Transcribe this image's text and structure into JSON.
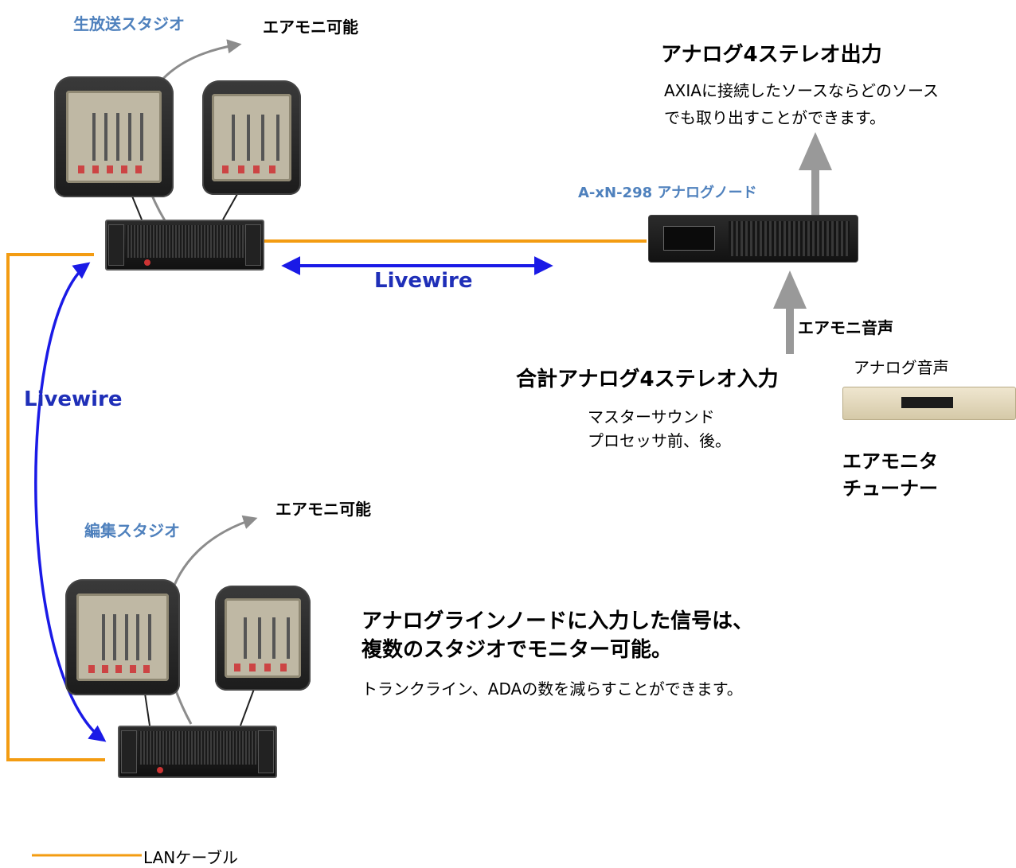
{
  "studio_live": "生放送スタジオ",
  "studio_edit": "編集スタジオ",
  "airmon_top": "エアモニ可能",
  "airmon_bottom": "エアモニ可能",
  "output_title": "アナログ4ステレオ出力",
  "output_desc_1": "AXIAに接続したソースならどのソース",
  "output_desc_2": "でも取り出すことができます。",
  "node_label": "A-xN-298 アナログノード",
  "livewire_h": "Livewire",
  "livewire_v": "Livewire",
  "airmon_audio": "エアモニ音声",
  "analog_audio": "アナログ音声",
  "input_title": "合計アナログ4ステレオ入力",
  "input_desc_1": "マスターサウンド",
  "input_desc_2": "プロセッサ前、後。",
  "tuner_1": "エアモニタ",
  "tuner_2": "チューナー",
  "monitor_title_1": "アナログラインノードに入力した信号は、",
  "monitor_title_2": "複数のスタジオでモニター可能。",
  "monitor_desc": "トランクライン、ADAの数を減らすことができます。",
  "legend_lan": "LANケーブル",
  "colors": {
    "lan": "#f39c12",
    "livewire": "#1a1ae6",
    "arrow": "#8c8c8c",
    "label_blue": "#4f81bd"
  }
}
